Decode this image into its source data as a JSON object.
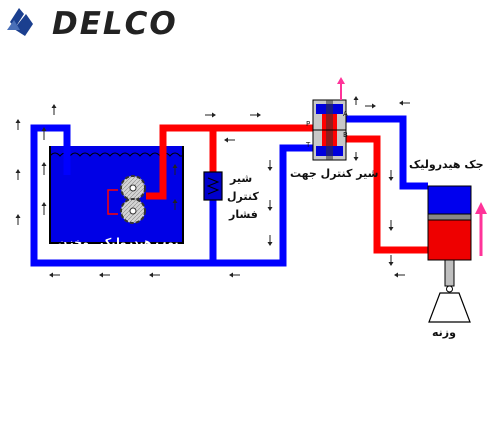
{
  "brand": {
    "name": "DELCO",
    "colors": {
      "logo_blue": "#1b3f8f",
      "text_dark": "#222222"
    }
  },
  "diagram": {
    "colors": {
      "pressure_line": "#ff0000",
      "return_line": "#0000ff",
      "tank_fluid": "#0000e6",
      "cylinder_blue": "#0000ee",
      "cylinder_red": "#ee0000",
      "arrow": "#ff3399",
      "weight_fill": "#ffffff"
    },
    "labels": {
      "tank": "مخزن",
      "pump": "پمپ هیدرولیک",
      "pressure_valve_line1": "شیر",
      "pressure_valve_line2": "کنترل",
      "pressure_valve_line3": "فشار",
      "direction_valve": "شیر کنترل جهت",
      "cylinder": "جک هیدرولیک",
      "weight": "وزنه"
    },
    "ports": {
      "p": "P",
      "a": "A",
      "b": "B",
      "t": "T"
    }
  }
}
